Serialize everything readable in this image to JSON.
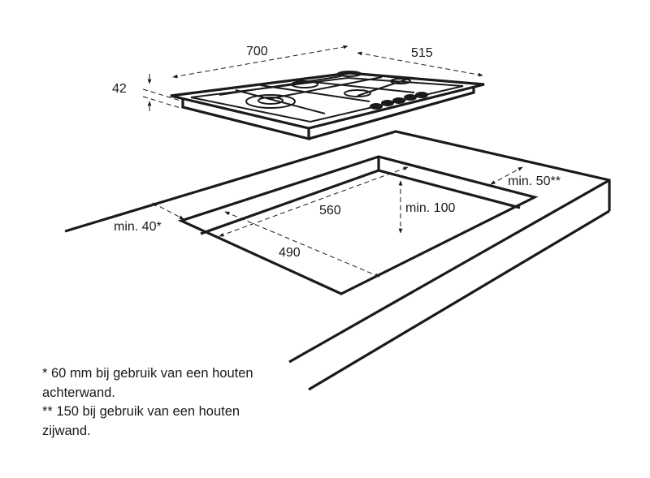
{
  "dimensions": {
    "hob_width": "700",
    "hob_depth": "515",
    "hob_height": "42",
    "cutout_width": "560",
    "cutout_depth": "490",
    "min_back": "min. 40*",
    "min_front": "min. 100",
    "min_side": "min. 50**"
  },
  "notes": [
    "* 60 mm bij gebruik van een houten",
    "achterwand.",
    "** 150 bij gebruik van een houten",
    "zijwand."
  ]
}
